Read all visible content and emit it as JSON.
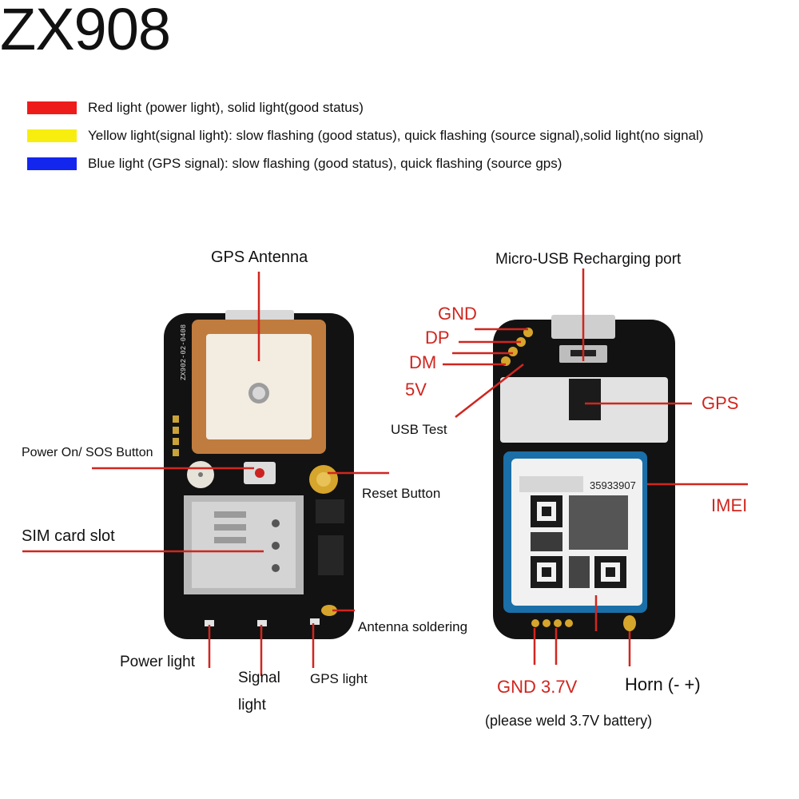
{
  "title": "ZX908",
  "legend": [
    {
      "color": "#ee1b1b",
      "text": "Red light (power light), solid light(good status)"
    },
    {
      "color": "#f7ee10",
      "text": "Yellow light(signal light): slow flashing (good status), quick flashing (source signal),solid light(no signal)"
    },
    {
      "color": "#1326ee",
      "text": "Blue light (GPS signal): slow flashing (good status), quick flashing (source gps)"
    }
  ],
  "front": {
    "labels": {
      "gps_antenna": "GPS Antenna",
      "power_sos": "Power On/ SOS Button",
      "reset": "Reset Button",
      "sim": "SIM card slot",
      "antenna_soldering": "Antenna soldering",
      "power_light": "Power light",
      "signal_light_1": "Signal",
      "signal_light_2": "light",
      "gps_light": "GPS light"
    },
    "silkscreen": "ZX902-02-0408"
  },
  "back": {
    "labels": {
      "usb_port": "Micro-USB Recharging port",
      "gnd": "GND",
      "dp": "DP",
      "dm": "DM",
      "v5": "5V",
      "usb_test": "USB Test",
      "gps": "GPS",
      "imei": "IMEI",
      "gnd_37": "GND 3.7V",
      "horn": "Horn (- +)",
      "battery_note": "(please weld 3.7V battery)"
    },
    "imei_number": "35933907"
  },
  "colors": {
    "accent": "#d0261f",
    "pcb": "#111111",
    "antenna": "#c88a4a"
  }
}
